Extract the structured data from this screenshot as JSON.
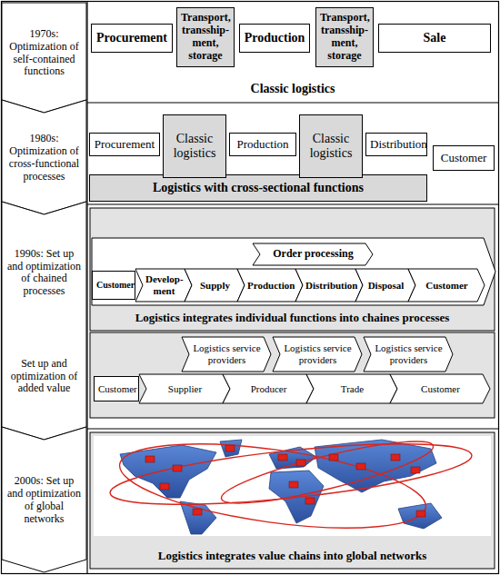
{
  "diagram": {
    "nodes": [
      {
        "text": [
          "1970s: Optimization of self-contained functions"
        ]
      },
      {
        "text": [
          "Classic logistics"
        ]
      },
      {
        "text": [
          "Procurement"
        ],
        "in": 1
      },
      {
        "text": [
          "Transport, transship-ment, storage"
        ],
        "in": 1
      },
      {
        "text": [
          "Production"
        ],
        "in": 1
      },
      {
        "text": [
          "Transport, transship-ment, storage"
        ],
        "in": 1
      },
      {
        "text": [
          "Sale"
        ],
        "in": 1
      },
      {
        "text": [
          "1980s: Optimization of cross-functional processes"
        ]
      },
      {
        "text": [
          "Logistics with cross-sectional functions"
        ]
      },
      {
        "text": [
          "Procurement"
        ]
      },
      {
        "text": [
          "Classic logistics"
        ]
      },
      {
        "text": [
          "Production"
        ]
      },
      {
        "text": [
          "Classic logistics"
        ]
      },
      {
        "text": [
          "Distribution"
        ]
      },
      {
        "text": [
          "Customer"
        ]
      },
      {
        "text": [
          "1990s: Set up and optimization of chained processes",
          "Set up and optimization of added value"
        ]
      },
      {
        "text": [
          "Logistics integrates individual functions into chaines processes"
        ]
      },
      {
        "text": [
          "Order processing"
        ],
        "in": 16
      },
      {
        "text": [
          "Customer"
        ],
        "in": 16
      },
      {
        "text": [
          "Develop-ment"
        ],
        "in": 16
      },
      {
        "text": [
          "Supply"
        ],
        "in": 16
      },
      {
        "text": [
          "Production"
        ],
        "in": 16
      },
      {
        "text": [
          "Distribution"
        ],
        "in": 16
      },
      {
        "text": [
          "Disposal"
        ],
        "in": 16
      },
      {
        "text": [
          "Customer"
        ],
        "in": 16
      },
      {
        "text": [
          "Logistics service providers"
        ]
      },
      {
        "text": [
          "Logistics service providers"
        ]
      },
      {
        "text": [
          "Logistics service providers"
        ]
      },
      {
        "text": [
          "Customer"
        ]
      },
      {
        "text": [
          "Supplier"
        ]
      },
      {
        "text": [
          "Producer"
        ]
      },
      {
        "text": [
          "Trade"
        ]
      },
      {
        "text": [
          "Customer"
        ]
      },
      {
        "text": [
          "2000s: Set up and optimization of global networks"
        ]
      },
      {
        "text": [
          "Logistics integrates value chains into global networks"
        ]
      }
    ]
  }
}
